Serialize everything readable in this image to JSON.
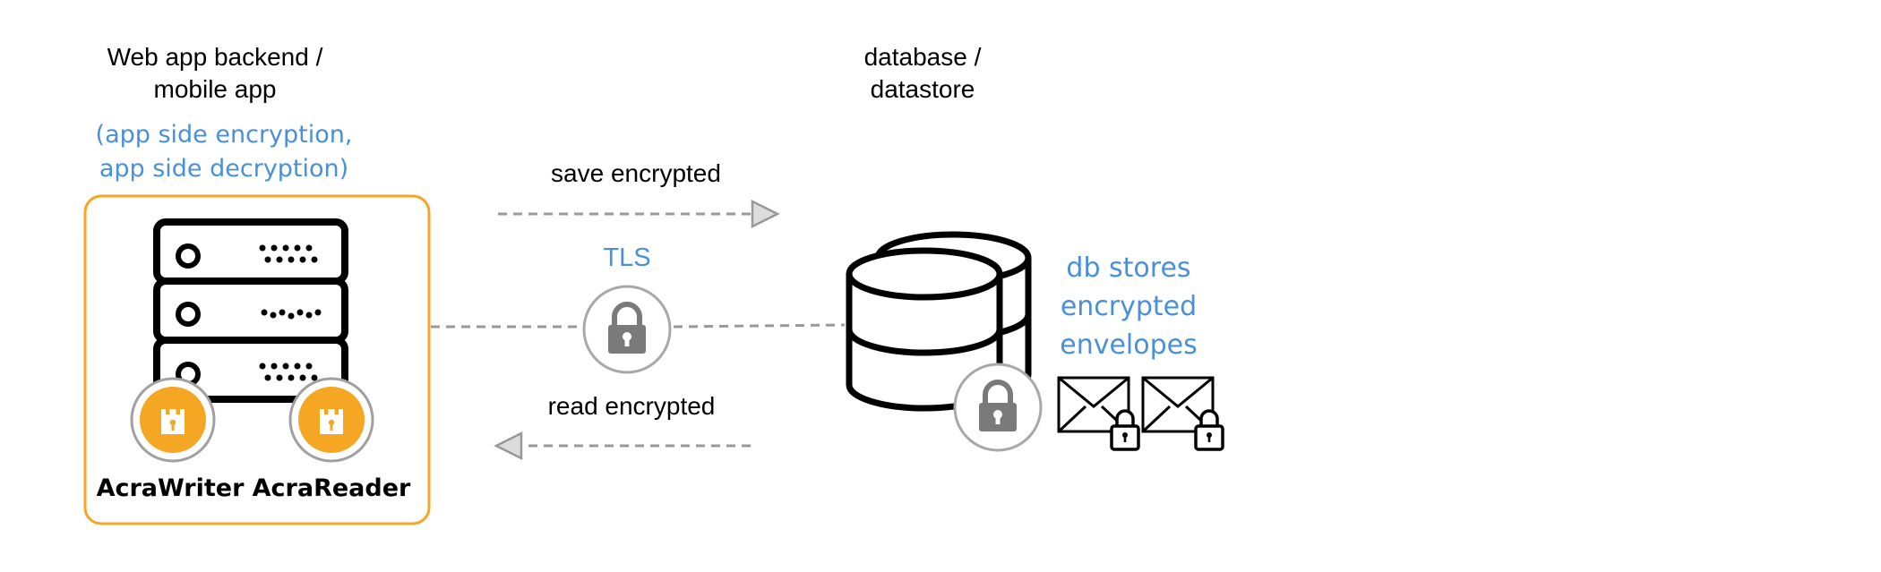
{
  "app": {
    "title_line1": "Web app backend /",
    "title_line2": "mobile app",
    "note_line1": "(app side encryption,",
    "note_line2": "app side decryption)",
    "components": [
      {
        "label": "AcraWriter",
        "icon": "acra-castle-icon"
      },
      {
        "label": "AcraReader",
        "icon": "acra-castle-icon"
      }
    ],
    "border_color": "#f5a623"
  },
  "database": {
    "title_line1": "database /",
    "title_line2": "datastore",
    "note_line1": "db stores",
    "note_line2": "encrypted",
    "note_line3": "envelopes",
    "icon": "database-icon"
  },
  "arrows": {
    "save_label": "save encrypted",
    "tls_label": "TLS",
    "read_label": "read encrypted"
  },
  "colors": {
    "accent_blue": "#4a90d9",
    "accent_orange": "#f5a623",
    "lock_gray": "#7a7a7a"
  }
}
